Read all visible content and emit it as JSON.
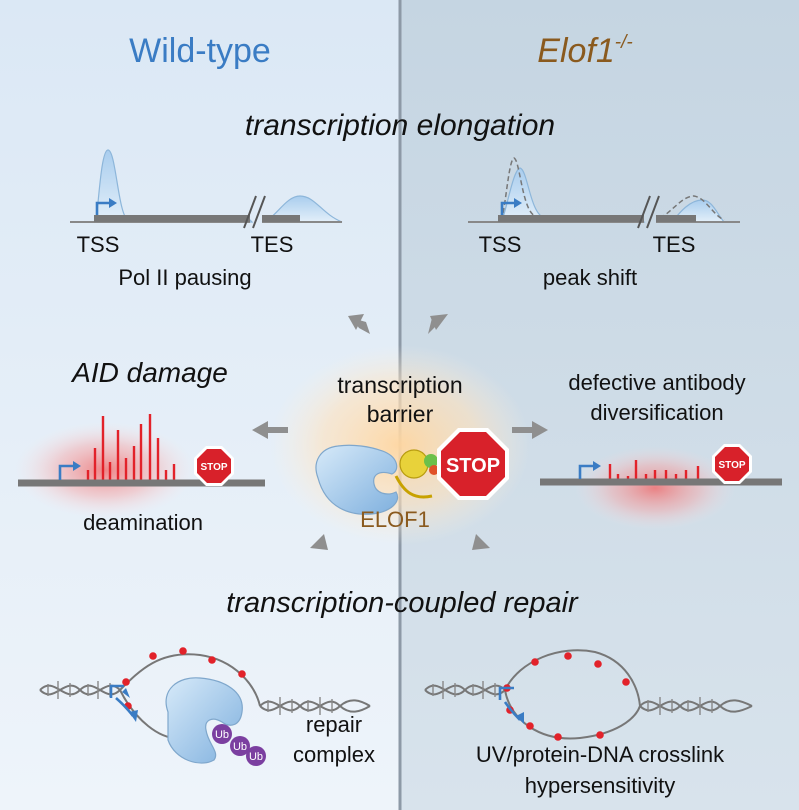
{
  "panels": {
    "left": {
      "title": "Wild-type",
      "color": "#3a7cc4"
    },
    "right": {
      "title_base": "Elof1",
      "title_sup": "-/-",
      "color": "#8a5a1e"
    }
  },
  "sections": {
    "elongation": "transcription elongation",
    "tcr": "transcription-coupled repair"
  },
  "elongation": {
    "left": {
      "tss": "TSS",
      "tes": "TES",
      "caption": "Pol II pausing"
    },
    "right": {
      "tss": "TSS",
      "tes": "TES",
      "caption": "peak shift"
    }
  },
  "aid": {
    "left": {
      "title": "AID damage",
      "caption": "deamination",
      "stop": "STOP"
    },
    "right": {
      "title_line1": "defective antibody",
      "title_line2": "diversification",
      "stop": "STOP"
    }
  },
  "center": {
    "line1": "transcription",
    "line2": "barrier",
    "stop": "STOP",
    "protein": "ELOF1",
    "protein_color": "#8a5a1e"
  },
  "repair": {
    "left": {
      "line1": "repair",
      "line2": "complex",
      "ub": "Ub"
    },
    "right": {
      "line1": "UV/protein-DNA crosslink",
      "line2": "hypersensitivity"
    }
  },
  "colors": {
    "left_bg": "#e9f1f9",
    "right_bg": "#d2dfe9",
    "divider": "#8d99a6",
    "pol2": "#a9cdee",
    "stop_red": "#d8212a",
    "damage_red": "#e2222a",
    "ub_purple": "#7b3fa0"
  }
}
